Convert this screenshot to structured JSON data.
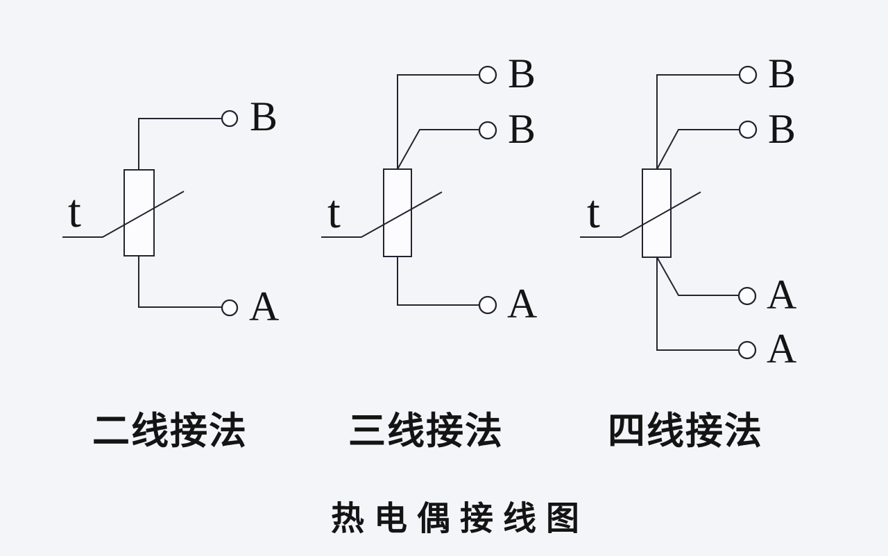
{
  "colors": {
    "background": "#f4f5f9",
    "line": "#23232f",
    "text": "#141414"
  },
  "title": "热电偶接线图",
  "diagrams": [
    {
      "caption": "二线接法",
      "sensor_label": "t",
      "terminals": [
        "B",
        "A"
      ]
    },
    {
      "caption": "三线接法",
      "sensor_label": "t",
      "terminals": [
        "B",
        "B",
        "A"
      ]
    },
    {
      "caption": "四线接法",
      "sensor_label": "t",
      "terminals": [
        "B",
        "B",
        "A",
        "A"
      ]
    }
  ]
}
